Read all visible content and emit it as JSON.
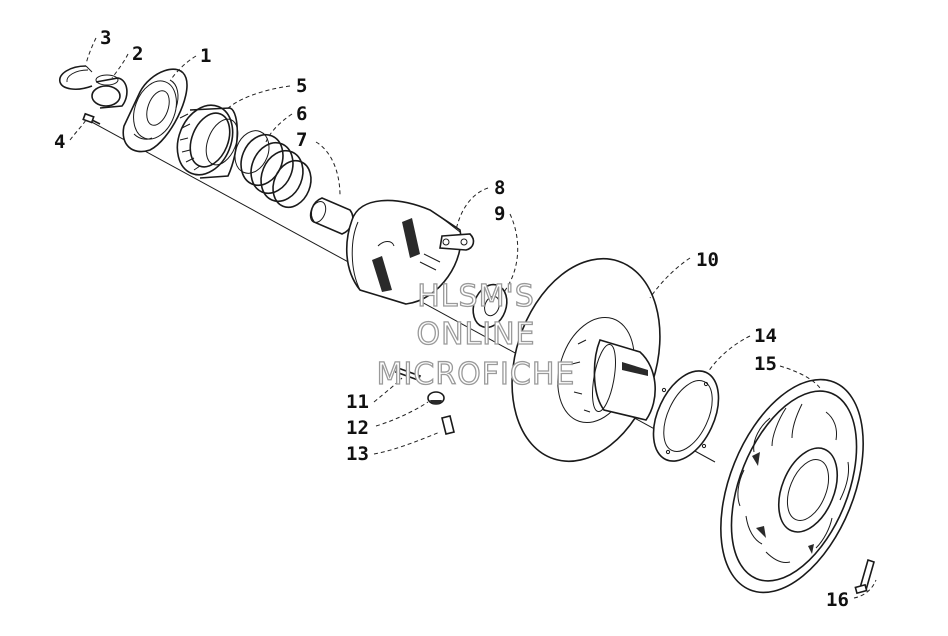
{
  "diagram": {
    "callouts": [
      {
        "id": "3",
        "label": "3"
      },
      {
        "id": "2",
        "label": "2"
      },
      {
        "id": "1",
        "label": "1"
      },
      {
        "id": "4",
        "label": "4"
      },
      {
        "id": "5",
        "label": "5"
      },
      {
        "id": "6",
        "label": "6"
      },
      {
        "id": "7",
        "label": "7"
      },
      {
        "id": "8",
        "label": "8"
      },
      {
        "id": "9",
        "label": "9"
      },
      {
        "id": "10",
        "label": "10"
      },
      {
        "id": "11",
        "label": "11"
      },
      {
        "id": "12",
        "label": "12"
      },
      {
        "id": "13",
        "label": "13"
      },
      {
        "id": "14",
        "label": "14"
      },
      {
        "id": "15",
        "label": "15"
      },
      {
        "id": "16",
        "label": "16"
      }
    ],
    "watermark": [
      "HLSM'S",
      "ONLINE",
      "MICROFICHE"
    ]
  }
}
